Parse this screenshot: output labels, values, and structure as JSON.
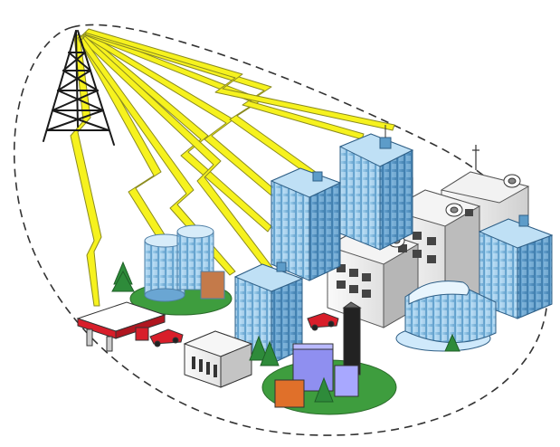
{
  "illustration": {
    "elements": [
      {
        "name": "coverage-boundary",
        "kind": "dashed-ellipse"
      },
      {
        "name": "transmission-tower-icon",
        "kind": "lattice-tower"
      },
      {
        "name": "wireless-links",
        "kind": "lightning-bolts",
        "count": 9
      },
      {
        "name": "gas-station",
        "kind": "building"
      },
      {
        "name": "round-office-tower",
        "kind": "building"
      },
      {
        "name": "small-office-building",
        "kind": "building"
      },
      {
        "name": "glass-office-towers",
        "kind": "building"
      },
      {
        "name": "white-office-blocks",
        "kind": "building"
      },
      {
        "name": "rooftop-satellite-dishes",
        "kind": "antenna"
      },
      {
        "name": "park-complex",
        "kind": "building-cluster"
      },
      {
        "name": "curved-glass-building",
        "kind": "building"
      },
      {
        "name": "cars",
        "kind": "vehicle",
        "count": 2
      },
      {
        "name": "trees",
        "kind": "vegetation"
      }
    ],
    "colors": {
      "bolt_fill": "#f6f21e",
      "bolt_stroke": "#8a8a20",
      "glass": "#8cc4e8",
      "glass_dark": "#4f8fbf",
      "roof_white": "#eeeeee",
      "wall_grey": "#d6d6d6",
      "tree": "#2e8b3a",
      "lawn": "#3e9d3e",
      "car": "#d81e2a",
      "tower": "#1a1a1a",
      "boundary": "#333333"
    }
  }
}
